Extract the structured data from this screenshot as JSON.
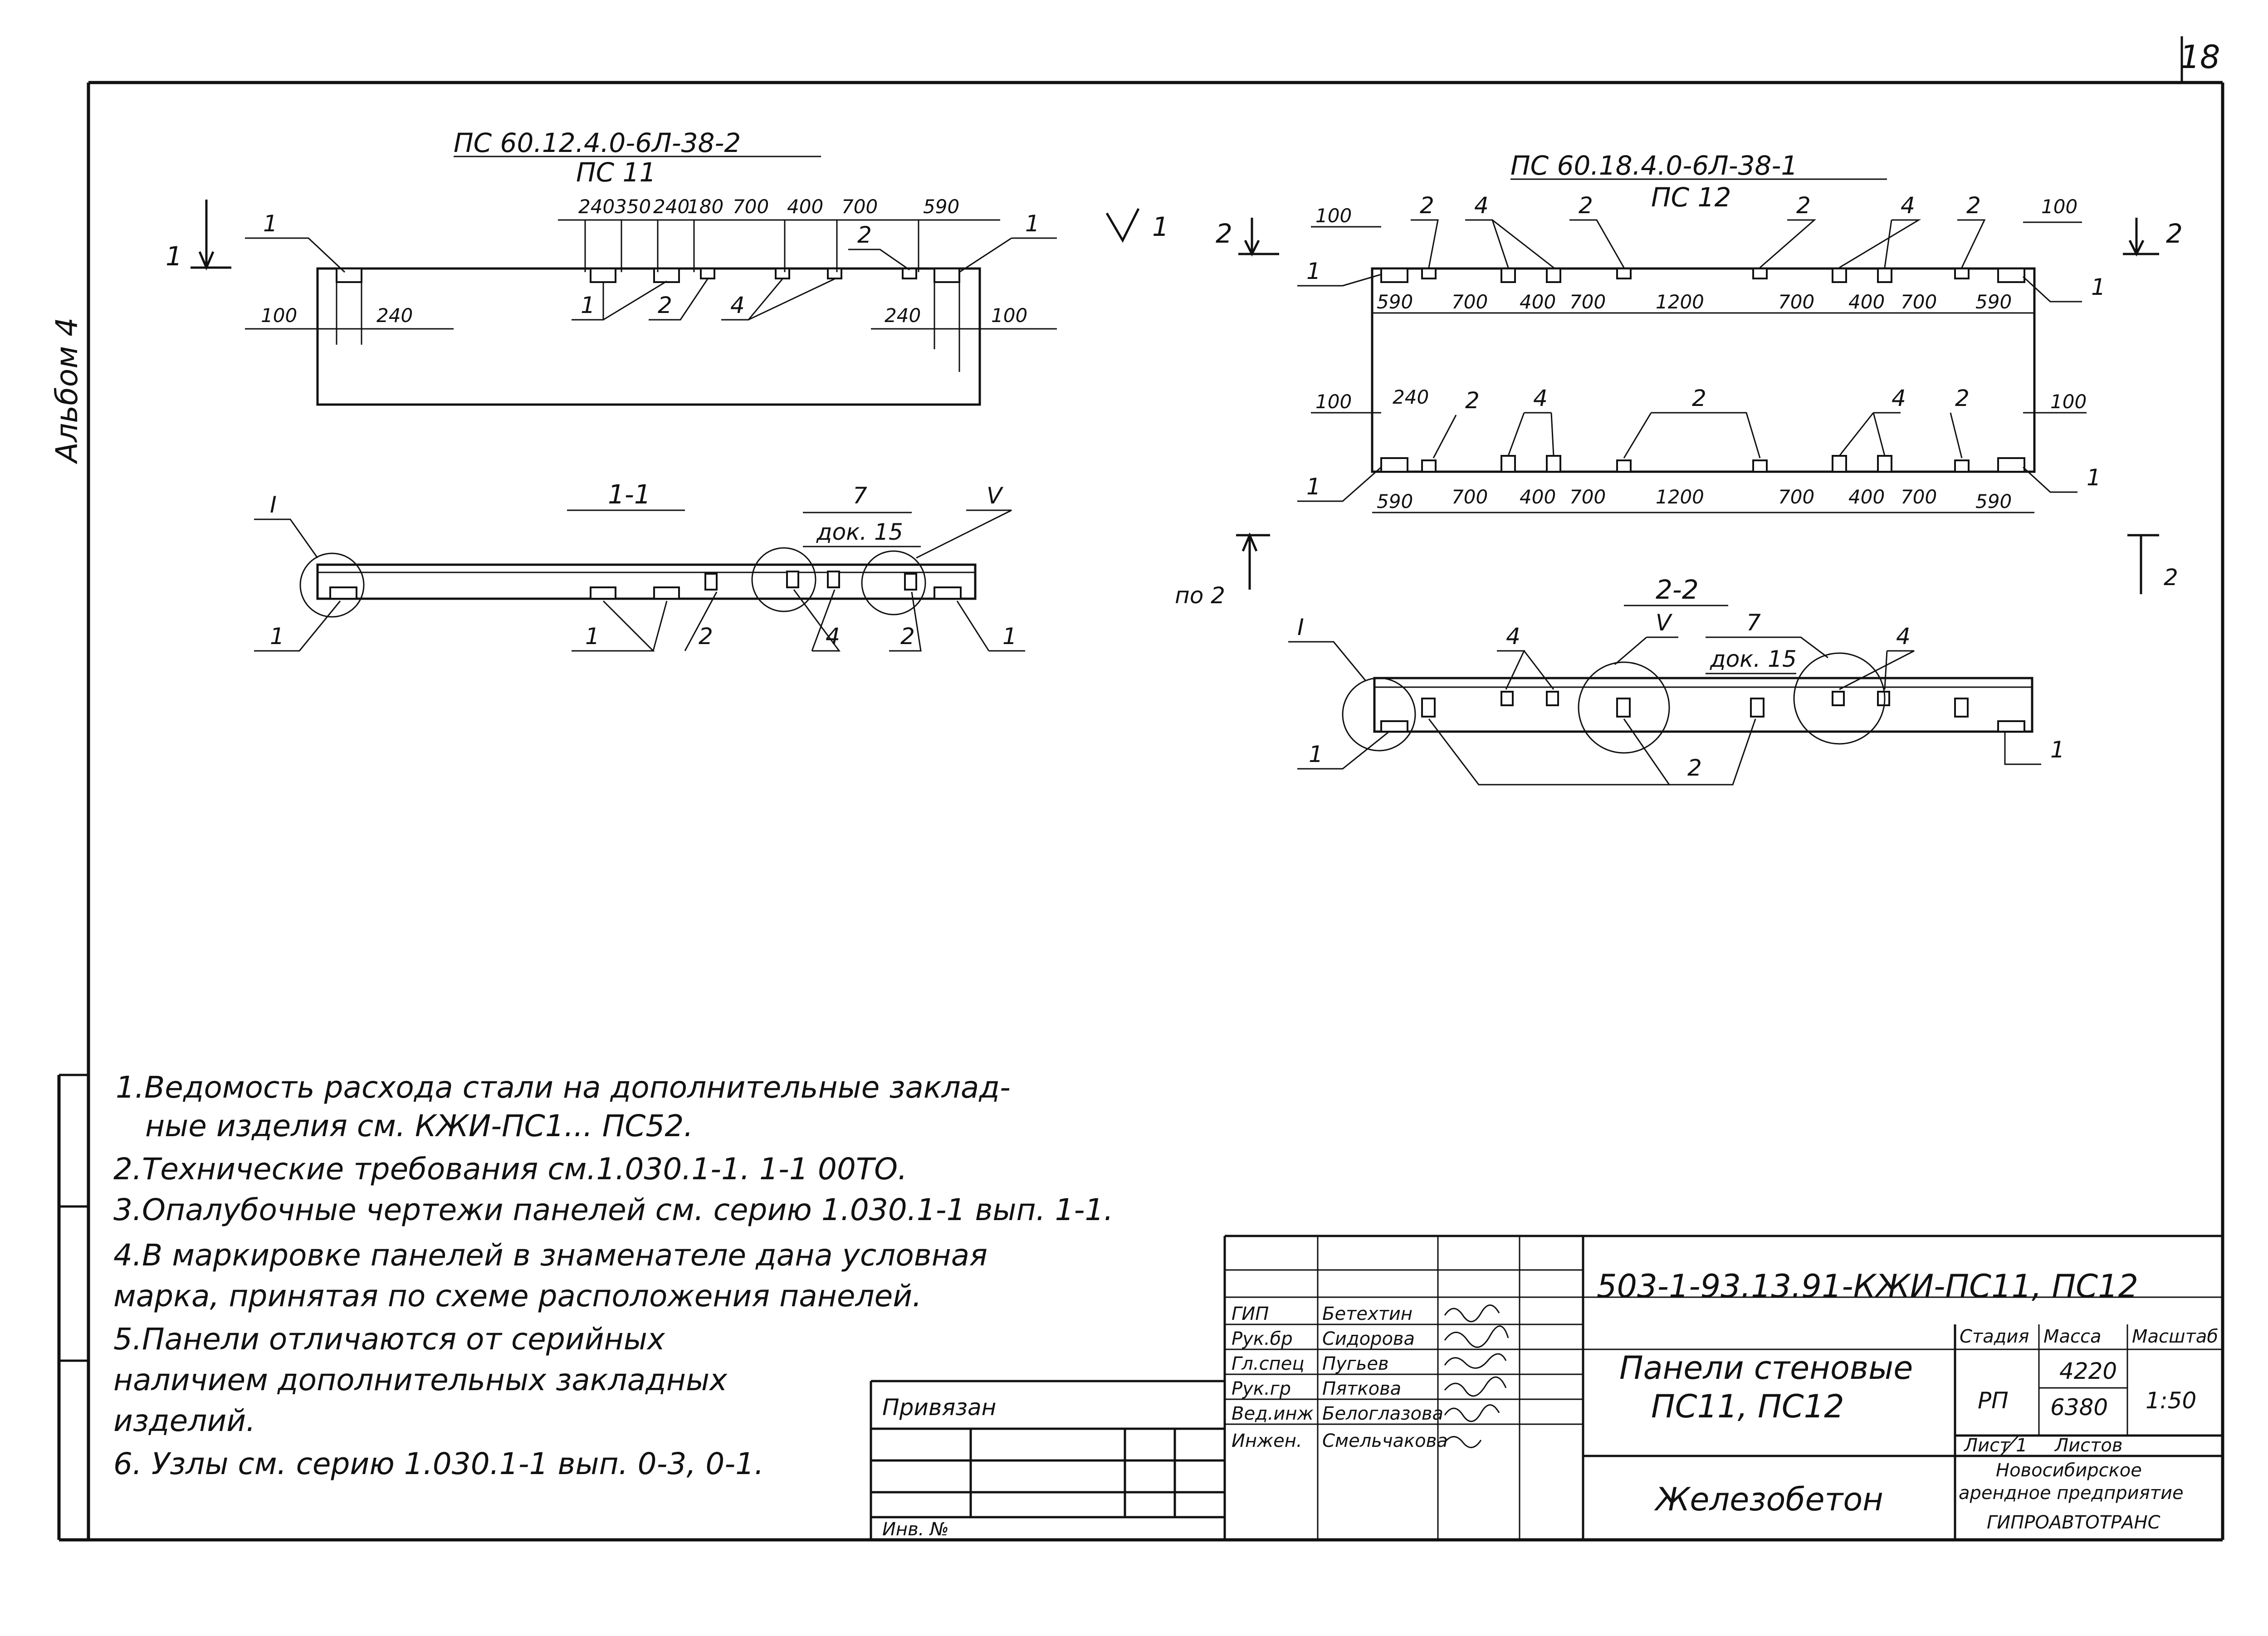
{
  "page_number": "18",
  "album_label": "Альбом 4",
  "drawing_left": {
    "title": "ПС 60.12.4.0-6Л-38-2",
    "subtitle": "ПС 11",
    "section_mark": "1",
    "section_title": "1-1",
    "top_dims": [
      "240",
      "350",
      "240",
      "180",
      "700",
      "400",
      "700",
      "590"
    ],
    "left_dims": [
      "100",
      "240"
    ],
    "right_dims": [
      "240",
      "100"
    ],
    "callouts": [
      "1",
      "1",
      "2",
      "4",
      "2",
      "1"
    ],
    "section_callouts": [
      "I",
      "V",
      "7",
      "док. 15",
      "1",
      "1",
      "2",
      "4",
      "2",
      "1"
    ]
  },
  "drawing_right": {
    "title": "ПС 60.18.4.0-6Л-38-1",
    "subtitle": "ПС 12",
    "section_mark": "2",
    "section_title": "2-2",
    "top_dims": [
      "100",
      "590",
      "700",
      "400",
      "700",
      "1200",
      "700",
      "400",
      "700",
      "590",
      "100"
    ],
    "mid_dims": [
      "100",
      "240",
      "100"
    ],
    "bottom_dims": [
      "590",
      "700",
      "400",
      "700",
      "1200",
      "700",
      "400",
      "700",
      "590"
    ],
    "callouts_top": [
      "2",
      "4",
      "2",
      "2",
      "4",
      "2"
    ],
    "callouts_mid": [
      "2",
      "4",
      "2",
      "4",
      "2"
    ],
    "side_callouts": [
      "1",
      "1",
      "1",
      "1"
    ],
    "po_label": "по 2",
    "section_callouts": [
      "I",
      "V",
      "7",
      "док. 15",
      "4",
      "4",
      "1",
      "2",
      "1"
    ]
  },
  "notes": [
    "1.Ведомость расхода стали на дополнительные заклад-",
    "ные изделия см. КЖИ-ПС1... ПС52.",
    "2.Технические требования см.1.030.1-1. 1-1 00ТО.",
    "3.Опалубочные чертежи панелей см. серию 1.030.1-1 вып. 1-1.",
    "4.В маркировке панелей в знаменателе дана условная",
    "марка, принятая по схеме расположения панелей.",
    "5.Панели отличаются от серийных",
    "наличием дополнительных закладных",
    "изделий.",
    "6. Узлы см. серию 1.030.1-1 вып. 0-3, 0-1."
  ],
  "stamp": {
    "privyazan": "Привязан",
    "inv_no": "Инв. №",
    "roles": [
      {
        "role": "ГИП",
        "name": "Бетехтин"
      },
      {
        "role": "Рук.бр",
        "name": "Сидорова"
      },
      {
        "role": "Гл.спец",
        "name": "Пугьев"
      },
      {
        "role": "Рук.гр",
        "name": "Пяткова"
      },
      {
        "role": "Вед.инж",
        "name": "Белоглазова"
      },
      {
        "role": "Инжен.",
        "name": "Смельчакова"
      }
    ],
    "doc_code": "503-1-93.13.91-КЖИ-ПС11, ПС12",
    "title_line1": "Панели стеновые",
    "title_line2": "ПС11, ПС12",
    "material": "Железобетон",
    "col_stage": "Стадия",
    "col_mass": "Масса",
    "col_scale": "Масштаб",
    "stage": "РП",
    "mass1": "4220",
    "mass2": "6380",
    "scale": "1:50",
    "sheet_label": "Лист 1",
    "sheets_label": "Листов",
    "org_line1": "Новосибирское",
    "org_line2": "арендное предприятие",
    "org_line3": "ГИПРОАВТОТРАНС"
  }
}
